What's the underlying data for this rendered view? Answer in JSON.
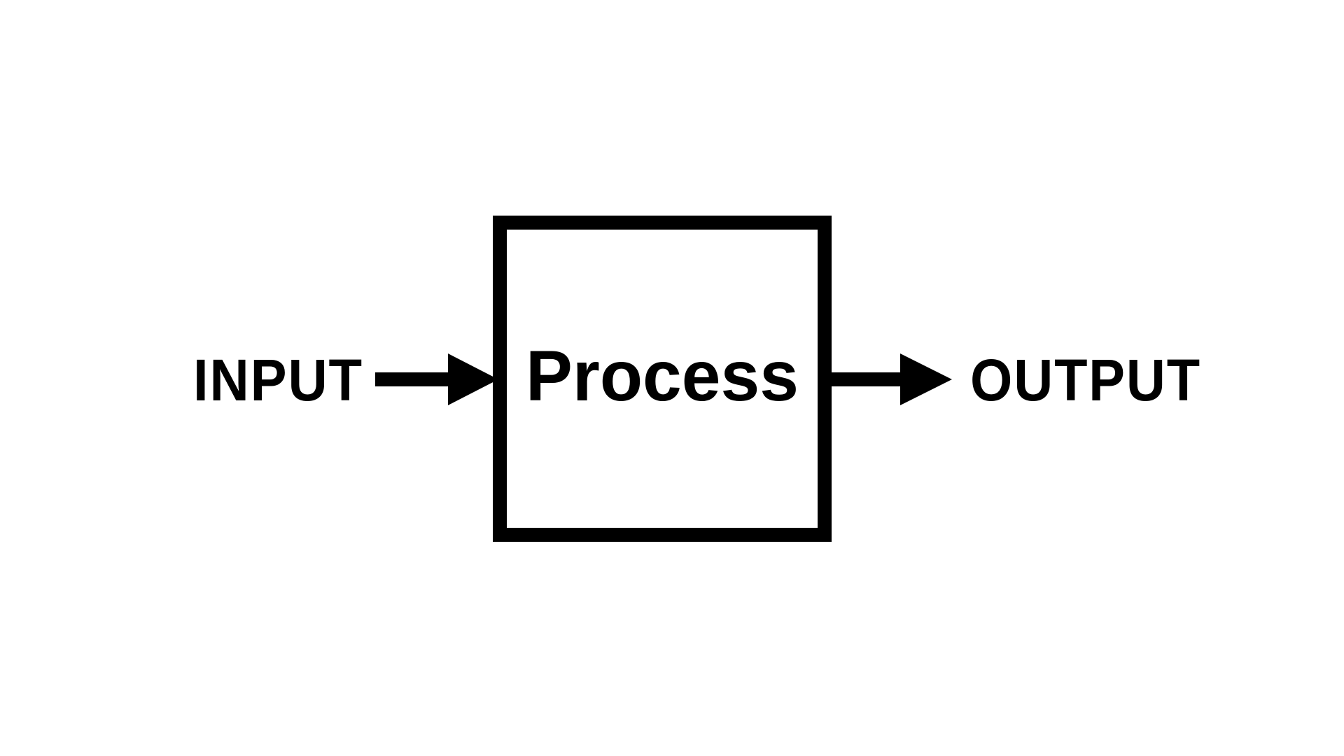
{
  "diagram": {
    "input_label": "INPUT",
    "process_label": "Process",
    "output_label": "OUTPUT",
    "colors": {
      "background": "#ffffff",
      "stroke": "#000000"
    }
  }
}
